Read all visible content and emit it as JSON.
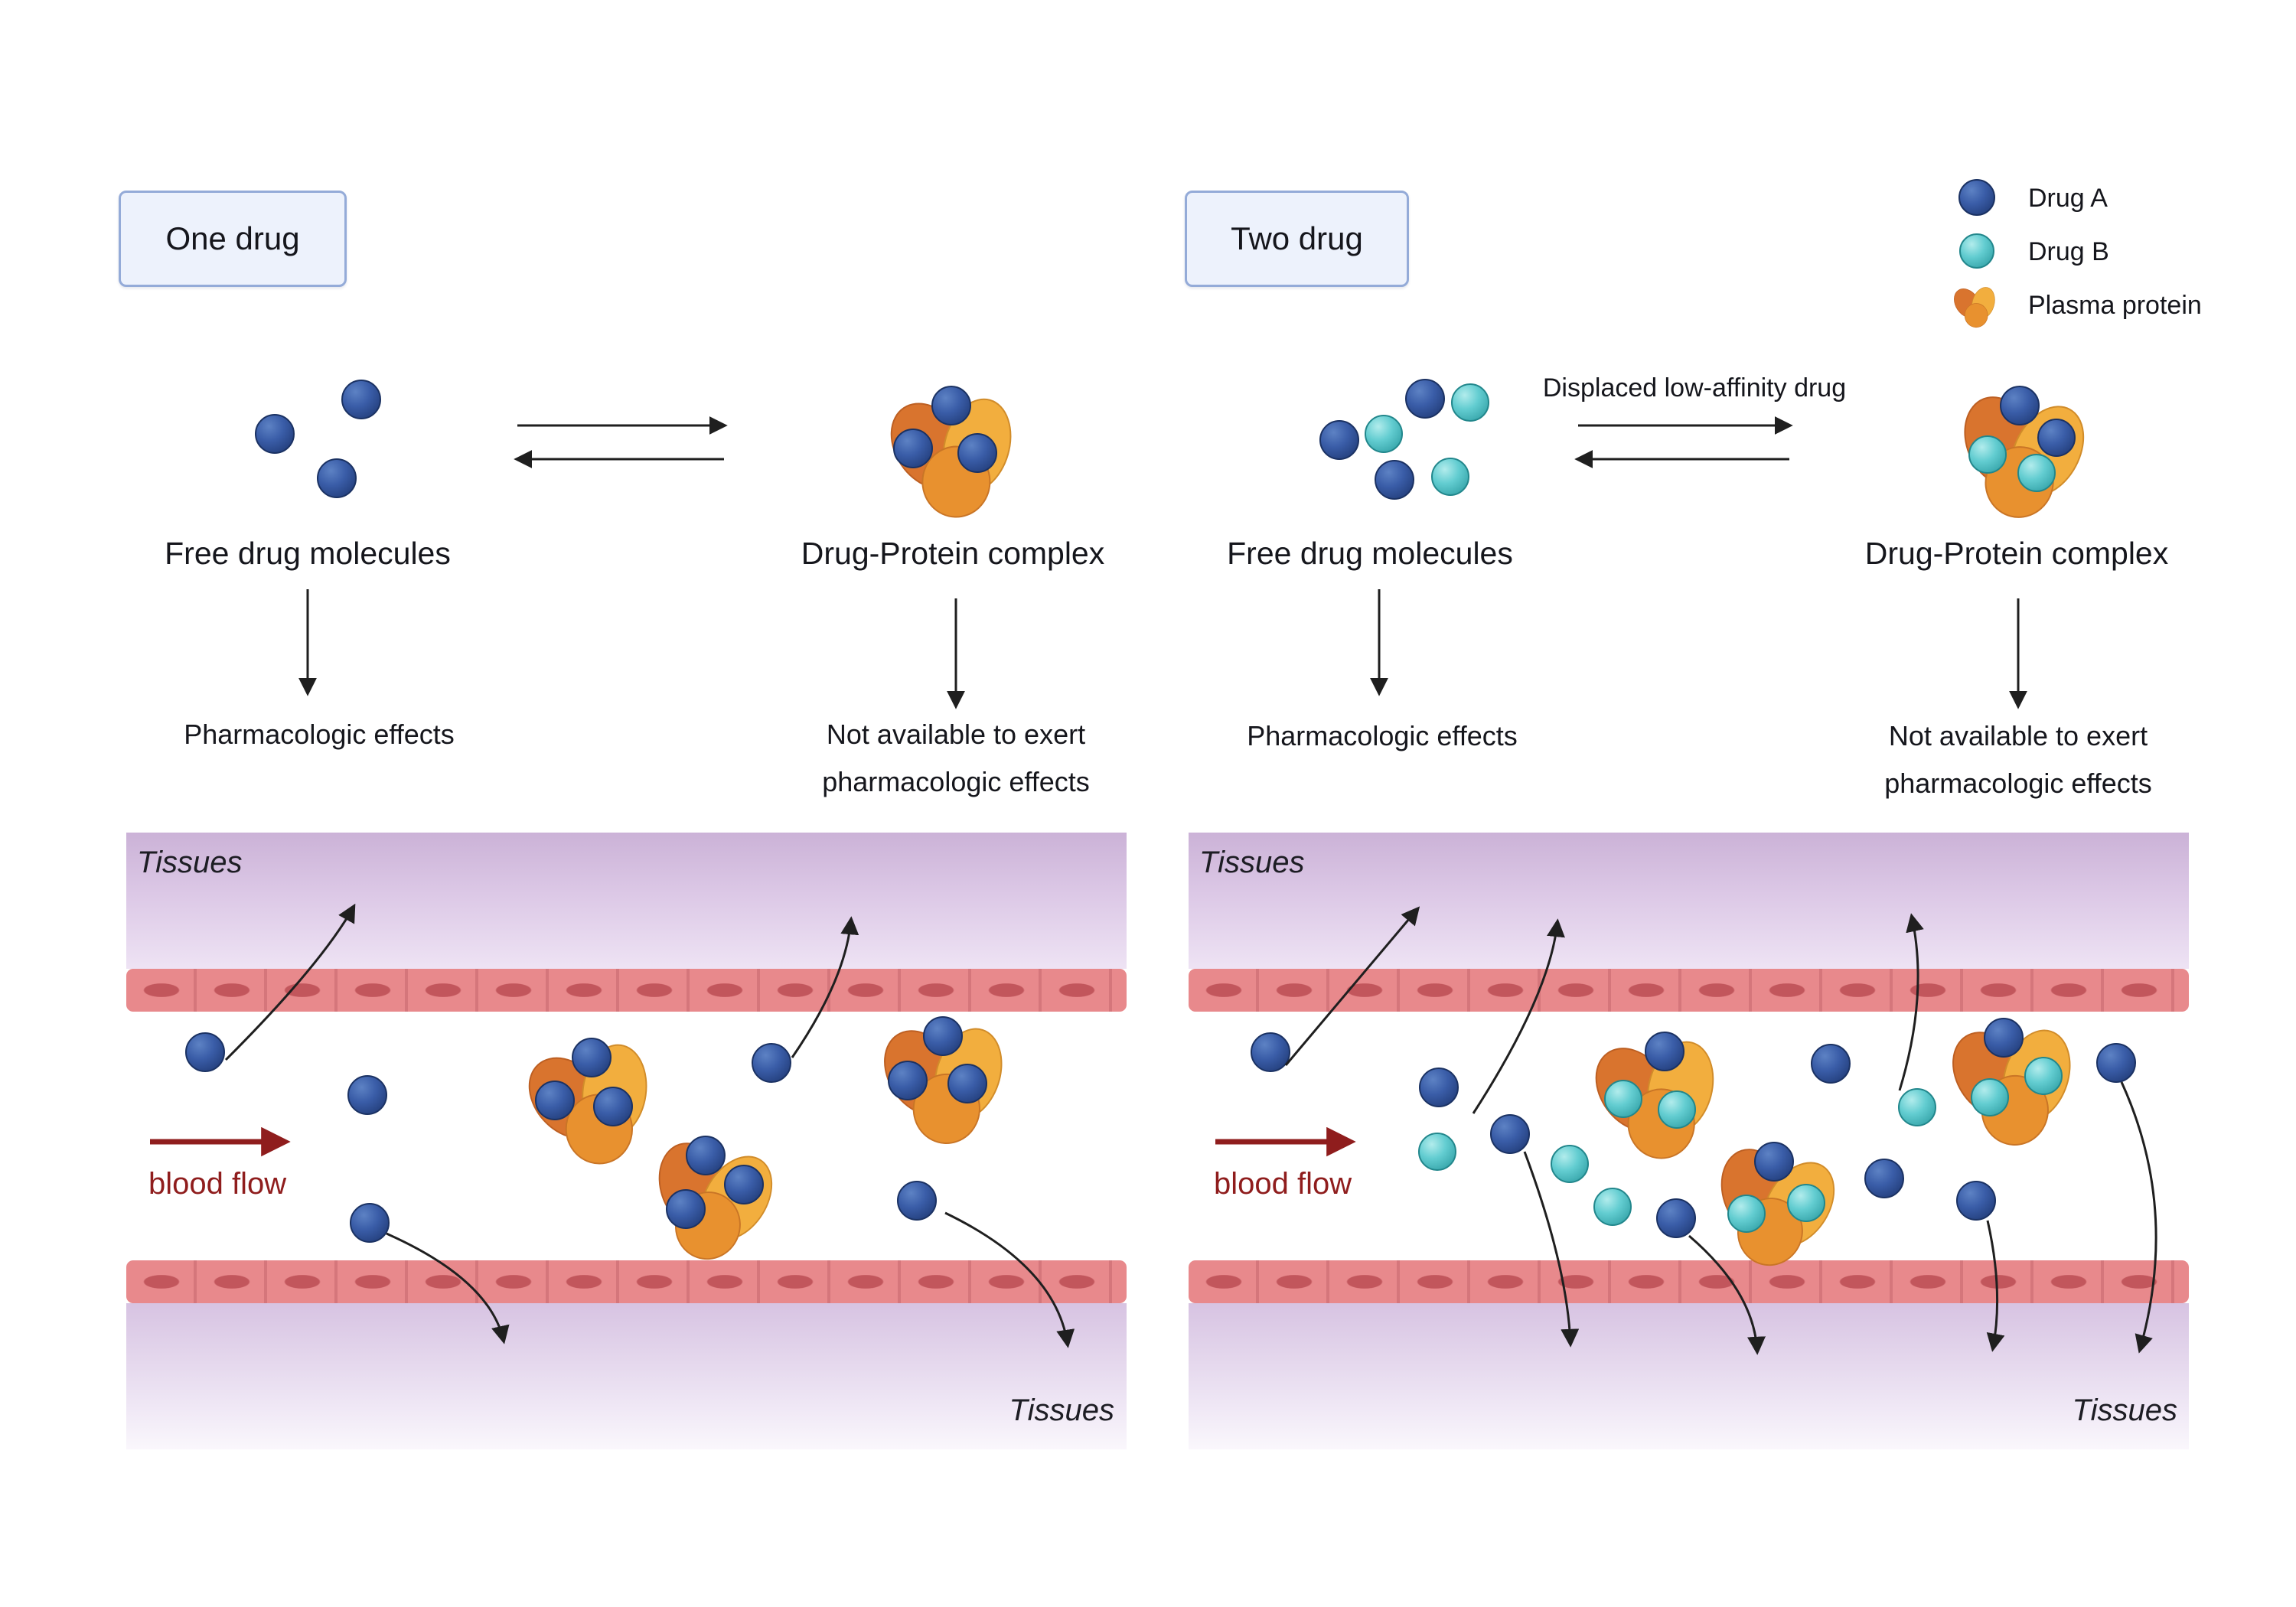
{
  "legend": {
    "items": [
      {
        "label": "Drug A",
        "color": "#2e4f96"
      },
      {
        "label": "Drug B",
        "color": "#5ac6ca"
      },
      {
        "label": "Plasma protein",
        "color": "#ef9f3c"
      }
    ]
  },
  "left": {
    "tag": "One drug",
    "free_drug_label": "Free drug molecules",
    "complex_label": "Drug-Protein complex",
    "pharmacologic_effects": "Pharmacologic effects",
    "not_available_line1": "Not available to exert",
    "not_available_line2": "pharmacologic effects",
    "tissues_top": "Tissues",
    "tissues_bottom": "Tissues",
    "blood_flow": "blood flow"
  },
  "right": {
    "tag": "Two drug",
    "displaced_label": "Displaced low-affinity drug",
    "free_drug_label": "Free drug molecules",
    "complex_label": "Drug-Protein complex",
    "pharmacologic_effects": "Pharmacologic effects",
    "not_available_line1": "Not available to exert",
    "not_available_line2": "pharmacologic effects",
    "tissues_top": "Tissues",
    "tissues_bottom": "Tissues",
    "blood_flow": "blood flow"
  },
  "colors": {
    "drug_a": "#2e4f96",
    "drug_b": "#5ac6ca",
    "plasma_protein": "#ef9f3c",
    "blood_flow_arrow": "#8f1d1d",
    "endothelium": "#e8898c",
    "tissue": "#cbb2d7"
  }
}
